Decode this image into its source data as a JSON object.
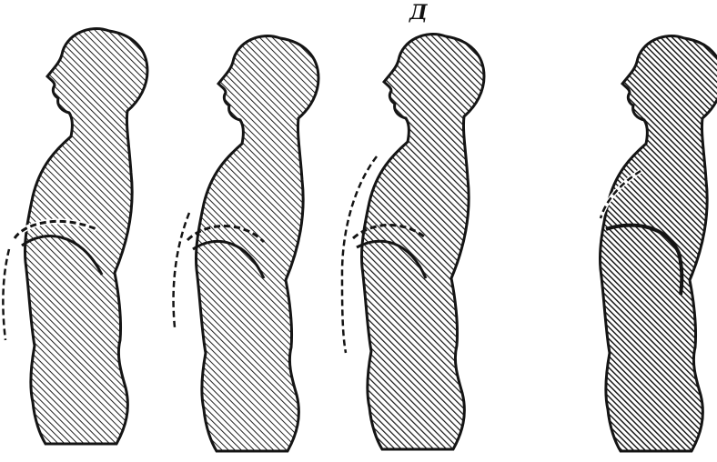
{
  "figure": {
    "labels": [
      "",
      "",
      "Д",
      ""
    ],
    "ink_color": "#141414",
    "paper_color": "#ffffff",
    "figures": [
      {
        "name": "figure-1",
        "shade": "light",
        "dashed_outline": "chest-and-abdomen"
      },
      {
        "name": "figure-2",
        "shade": "light",
        "dashed_outline": "chest-and-abdomen"
      },
      {
        "name": "figure-3",
        "shade": "medium",
        "dashed_outline": "chest-and-abdomen"
      },
      {
        "name": "figure-4",
        "shade": "dark",
        "dashed_outline": "chest"
      }
    ]
  }
}
